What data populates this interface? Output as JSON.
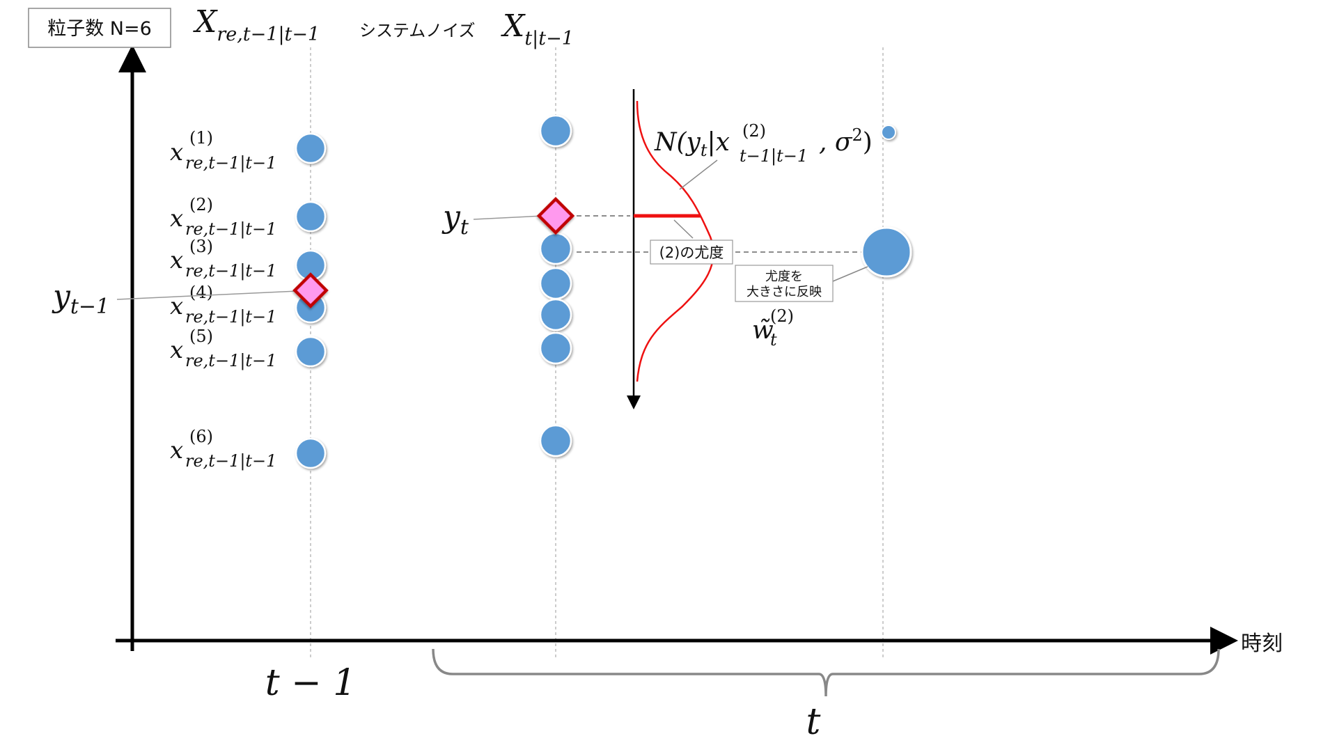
{
  "header": {
    "particle_count_label": "粒子数 N=6",
    "left_column_label": "X",
    "left_column_sub": "re,t−1|t−1",
    "system_noise_label": "システムノイズ",
    "right_column_label": "X",
    "right_column_sub": "t|t−1"
  },
  "axes": {
    "x_axis_label": "時刻",
    "tick_t_minus_1": "t − 1",
    "tick_t": "t",
    "y_prev_label": "y",
    "y_prev_sub": "t−1",
    "y_curr_label": "y",
    "y_curr_sub": "t"
  },
  "resampled_particles": [
    {
      "base": "x",
      "sup": "(1)",
      "sub": "re,t−1|t−1"
    },
    {
      "base": "x",
      "sup": "(2)",
      "sub": "re,t−1|t−1"
    },
    {
      "base": "x",
      "sup": "(3)",
      "sub": "re,t−1|t−1"
    },
    {
      "base": "x",
      "sup": "(4)",
      "sub": "re,t−1|t−1"
    },
    {
      "base": "x",
      "sup": "(5)",
      "sub": "re,t−1|t−1"
    },
    {
      "base": "x",
      "sup": "(6)",
      "sub": "re,t−1|t−1"
    }
  ],
  "likelihood": {
    "formula_prefix": "N(y",
    "formula_sub_t": "t",
    "formula_mid": "|x",
    "formula_sup": "(2)",
    "formula_sub": "t−1|t−1",
    "formula_suffix": ", σ",
    "formula_sigma_sup": "2",
    "formula_close": ")",
    "likelihood_box": "(2)の尤度",
    "reflect_box_line1": "尤度を",
    "reflect_box_line2": "大きさに反映",
    "weight_base": "w̃",
    "weight_sup": "(2)",
    "weight_sub": "t"
  },
  "colors": {
    "particle": "#5b9bd5",
    "observation_fill": "#ff99ee",
    "observation_stroke": "#c00000",
    "likelihood_curve": "#ee1111",
    "guide": "#999999"
  }
}
